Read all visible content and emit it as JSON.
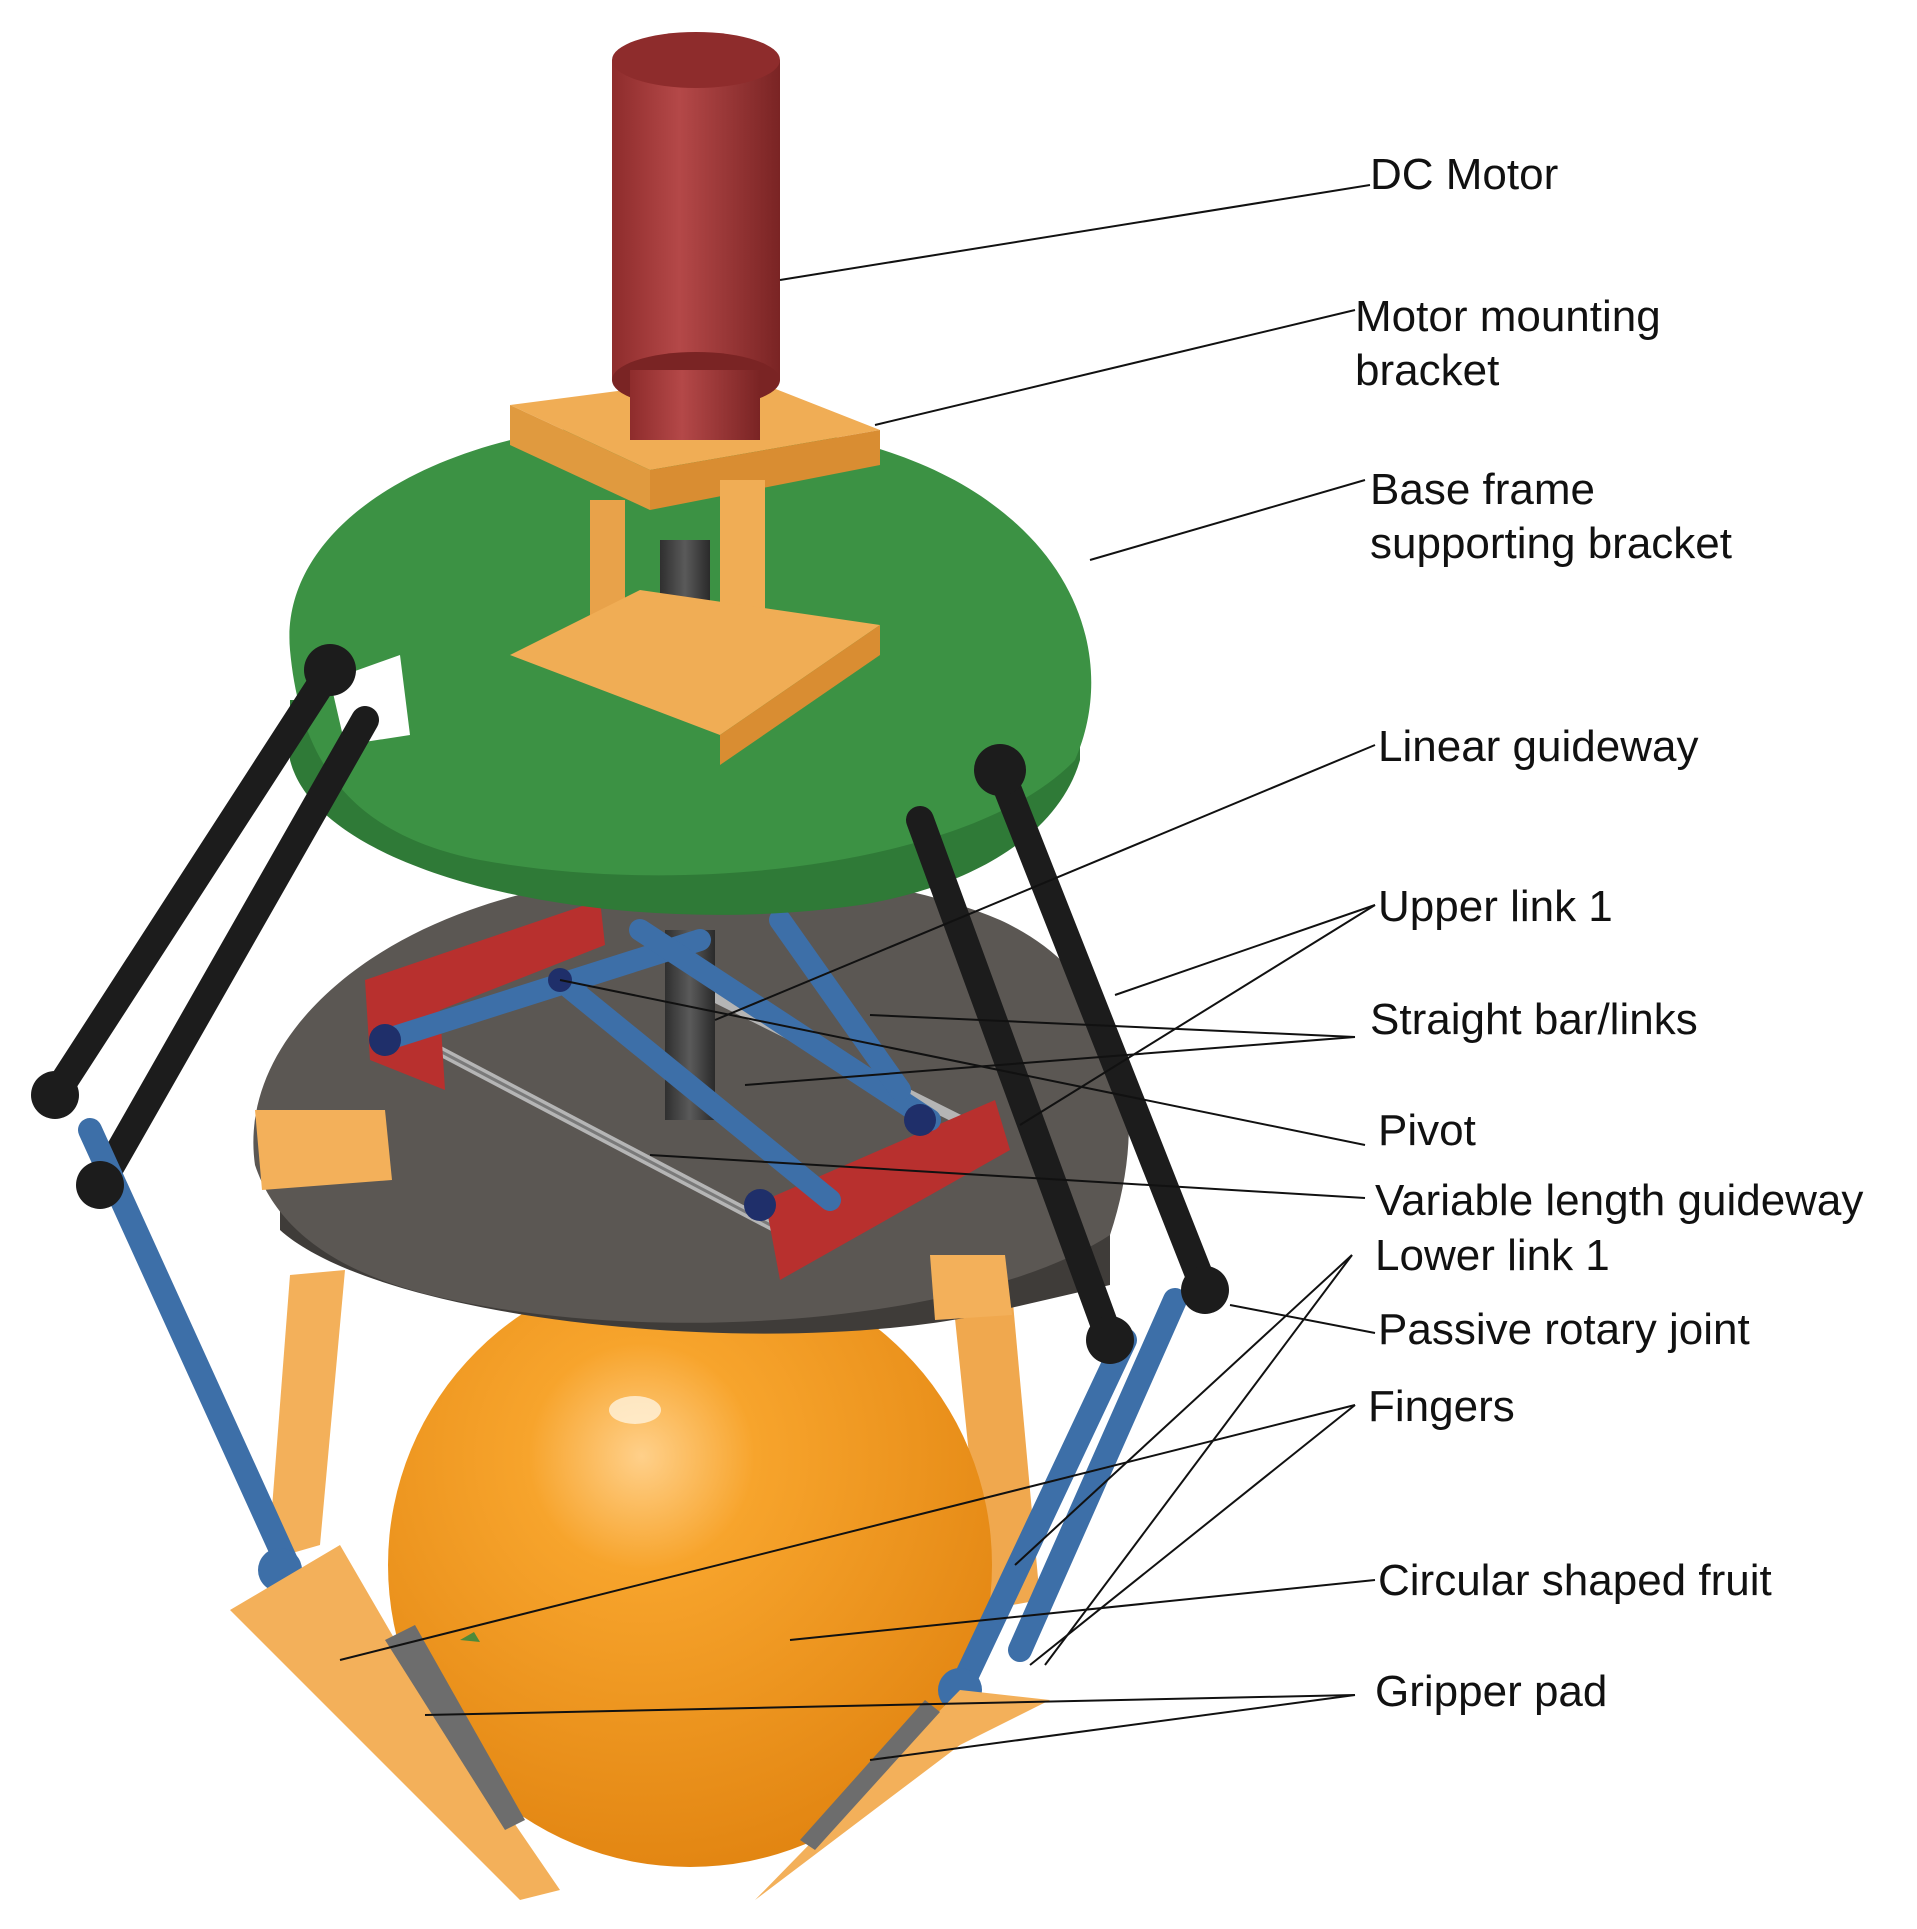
{
  "labels": {
    "dc_motor": "DC Motor",
    "motor_bracket_1": "Motor mounting",
    "motor_bracket_2": "bracket",
    "base_frame_1": "Base frame",
    "base_frame_2": "supporting bracket",
    "linear_guideway": "Linear guideway",
    "upper_link": "Upper link 1",
    "straight_bar": "Straight bar/links",
    "pivot": "Pivot",
    "variable_guideway": "Variable length guideway",
    "lower_link": "Lower link 1",
    "passive_joint": "Passive rotary joint",
    "fingers": "Fingers",
    "fruit": "Circular shaped fruit",
    "gripper_pad": "Gripper pad"
  },
  "colors": {
    "motor": "#a43c3c",
    "bracket": "#f0ad55",
    "base_frame": "#3c9244",
    "lower_plate": "#57534f",
    "links": "#3d6fa8",
    "black_links": "#1c1c1c",
    "slider": "#b8302e",
    "fruit": "#f39a1e",
    "fingers": "#f3b05a"
  }
}
